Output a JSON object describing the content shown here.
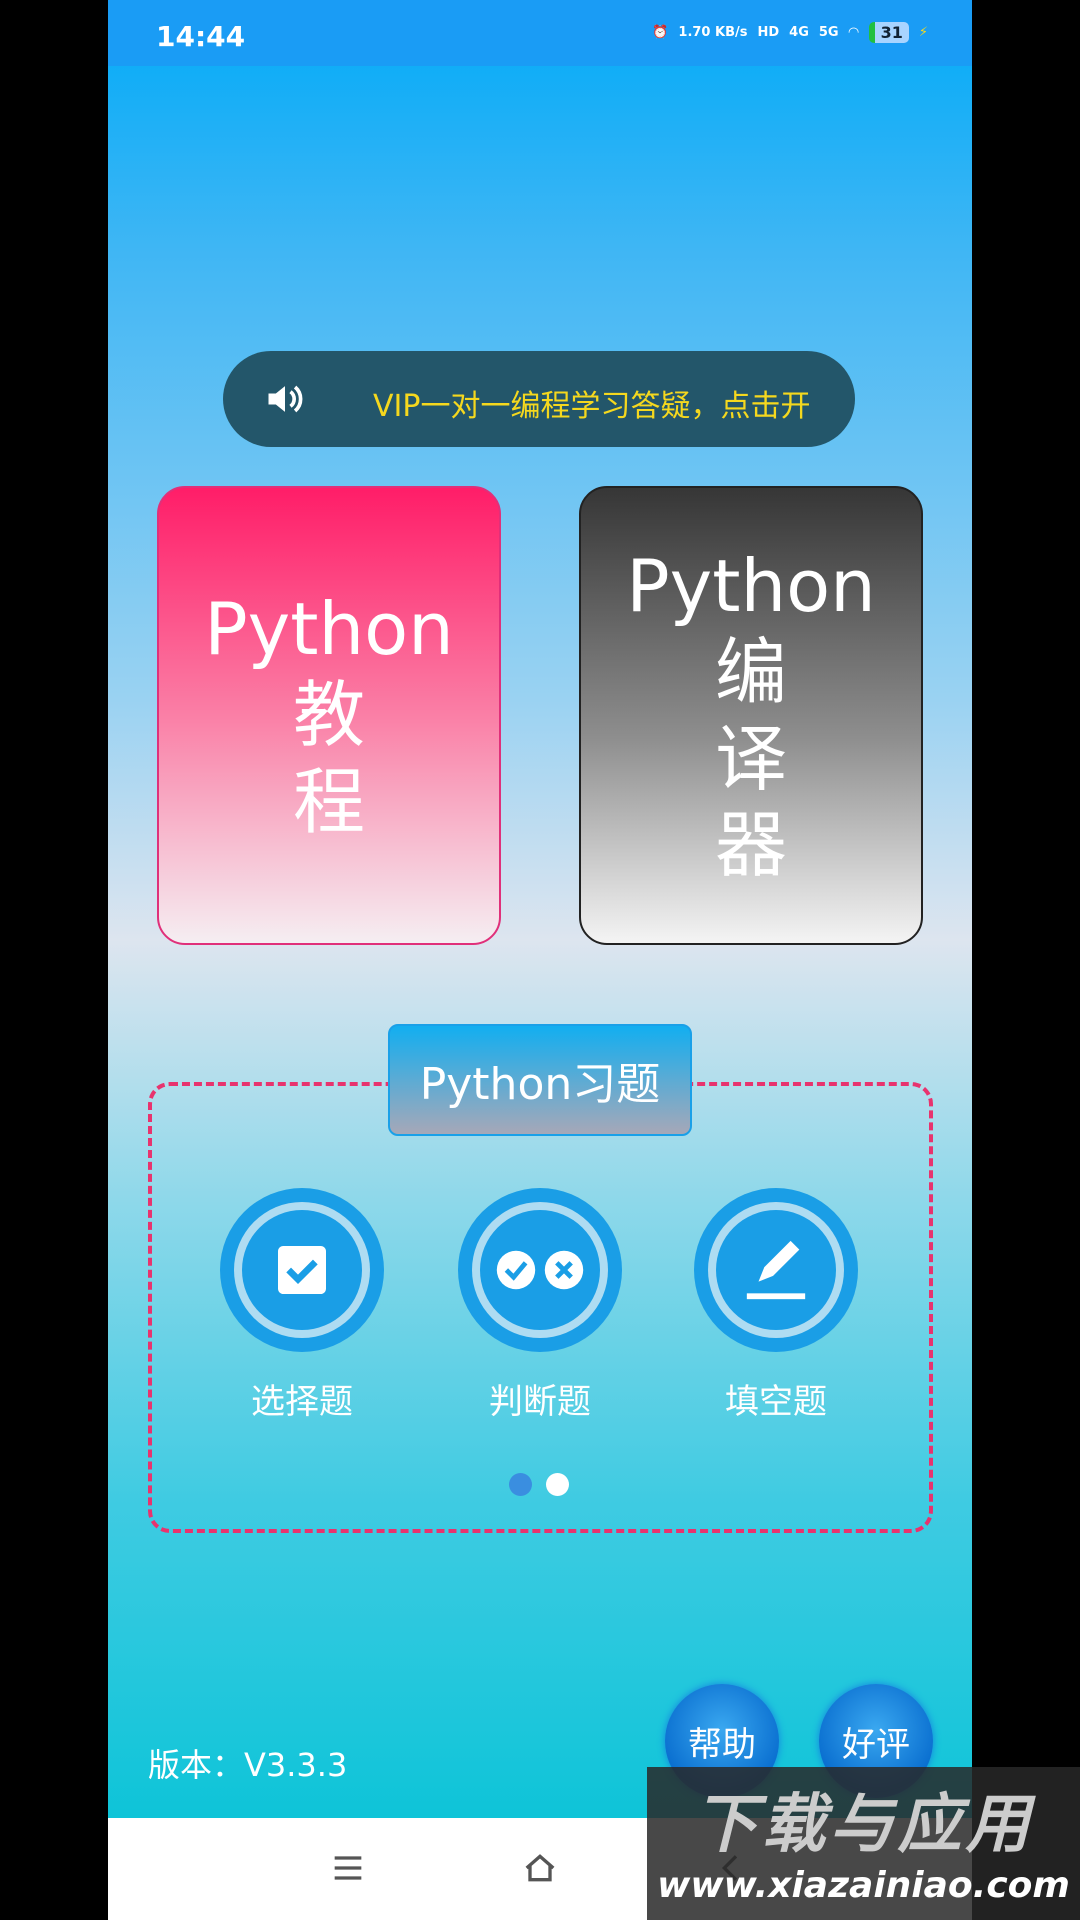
{
  "status_bar": {
    "time": "14:44",
    "net_speed": "1.70 KB/s",
    "hd": "HD",
    "sim1": "4G",
    "sim2": "5G",
    "battery": "31"
  },
  "notice": {
    "text": "VIP一对一编程学习答疑，点击开"
  },
  "cards": [
    {
      "label": "Python\n教\n程"
    },
    {
      "label": "Python\n编\n译\n器"
    }
  ],
  "exercises": {
    "title": "Python习题",
    "items": [
      {
        "label": "选择题",
        "icon": "checkbox-icon"
      },
      {
        "label": "判断题",
        "icon": "check-cross-icon"
      },
      {
        "label": "填空题",
        "icon": "pencil-icon"
      }
    ],
    "page_index": 0,
    "page_count": 2
  },
  "footer": {
    "version": "版本：V3.3.3",
    "help": "帮助",
    "rate": "好评"
  },
  "watermark": {
    "title": "下载与应用",
    "url": "www.xiazainiao.com"
  },
  "colors": {
    "accent_pink": "#e8336e",
    "accent_blue": "#1a9ee6",
    "notice_text": "#f5d81e"
  }
}
